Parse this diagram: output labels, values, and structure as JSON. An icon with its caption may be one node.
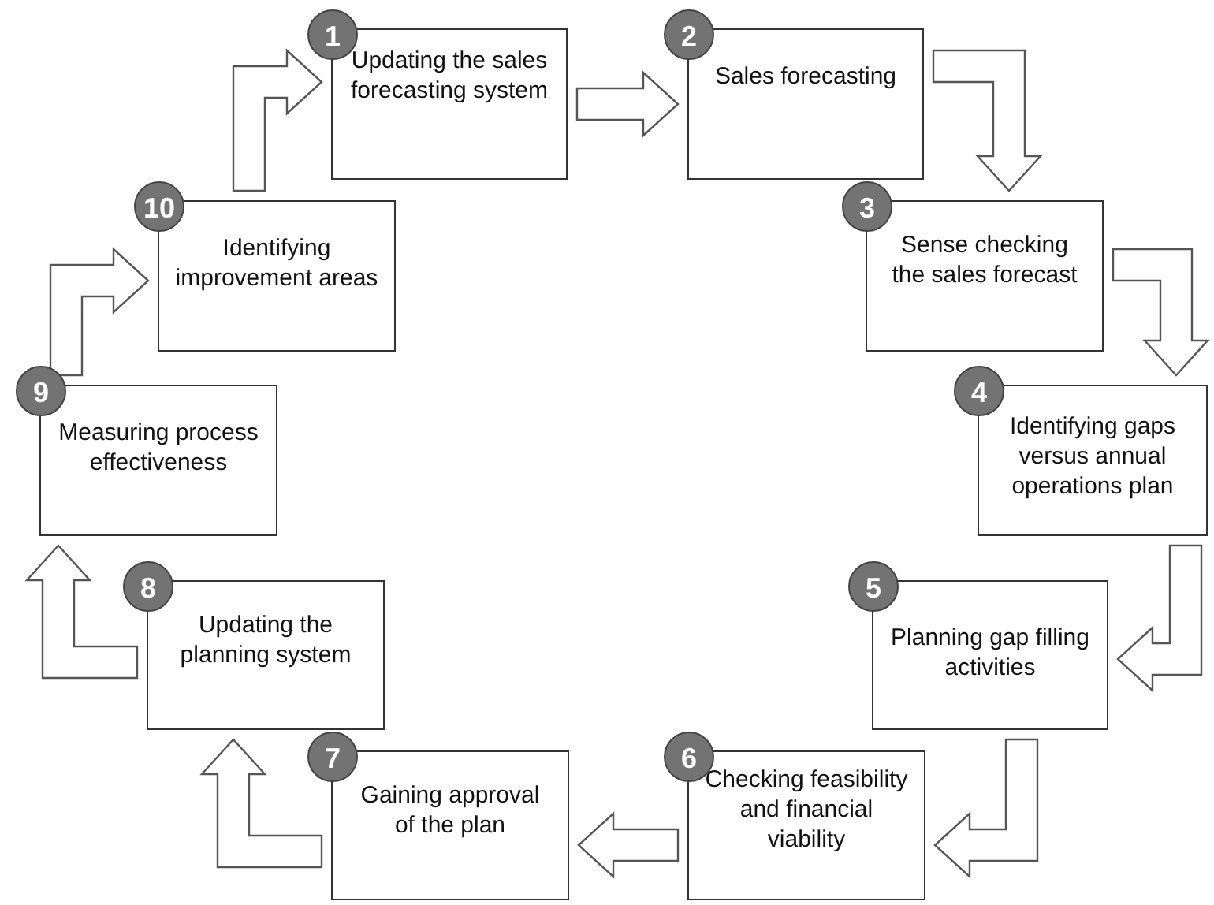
{
  "diagram": {
    "nodes": [
      {
        "text": [
          "1",
          "Updating the sales forecasting system"
        ]
      },
      {
        "text": [
          "2",
          "Sales forecasting"
        ]
      },
      {
        "text": [
          "3",
          "Sense checking the sales forecast"
        ]
      },
      {
        "text": [
          "4",
          "Identifying gaps versus annual operations plan"
        ]
      },
      {
        "text": [
          "5",
          "Planning gap filling activities"
        ]
      },
      {
        "text": [
          "6",
          "Checking feasibility and financial viability"
        ]
      },
      {
        "text": [
          "7",
          "Gaining approval of the plan"
        ]
      },
      {
        "text": [
          "8",
          "Updating the planning system"
        ]
      },
      {
        "text": [
          "9",
          "Measuring process effectiveness"
        ]
      },
      {
        "text": [
          "10",
          "Identifying improvement areas"
        ]
      }
    ],
    "edges": [
      {
        "from": 0,
        "to": 1,
        "arrow": "to"
      },
      {
        "from": 1,
        "to": 2,
        "arrow": "to"
      },
      {
        "from": 2,
        "to": 3,
        "arrow": "to"
      },
      {
        "from": 3,
        "to": 4,
        "arrow": "to"
      },
      {
        "from": 4,
        "to": 5,
        "arrow": "to"
      },
      {
        "from": 5,
        "to": 6,
        "arrow": "to"
      },
      {
        "from": 6,
        "to": 7,
        "arrow": "to"
      },
      {
        "from": 7,
        "to": 8,
        "arrow": "to"
      },
      {
        "from": 8,
        "to": 9,
        "arrow": "to"
      },
      {
        "from": 9,
        "to": 0,
        "arrow": "to"
      }
    ]
  }
}
